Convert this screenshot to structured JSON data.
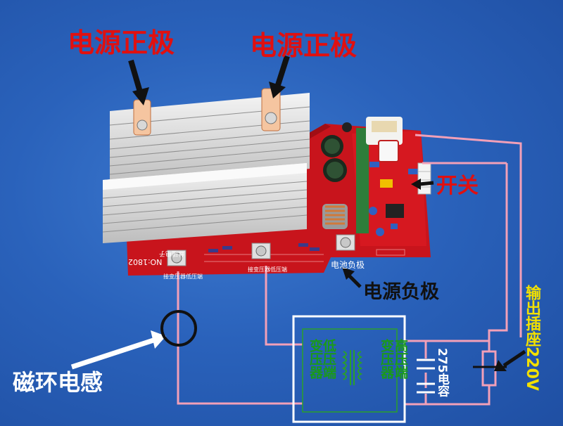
{
  "labels": {
    "positive_left": "电源正极",
    "positive_right": "电源正极",
    "switch": "开关",
    "negative": "电源负极",
    "inductor": "磁环电感",
    "output": "输出插座220V",
    "capacitor": "275电容"
  },
  "transformer": {
    "low_side_col1": "变压器",
    "low_side_col2": "低压端",
    "high_side_col1": "变压器",
    "high_side_col2": "高压端"
  },
  "pcb": {
    "model": "NO:1802",
    "brand": "丝瑶电子",
    "low_terminal": "接变压器低压端",
    "high_terminal": "接变压器低压端",
    "battery_negative": "电池负极"
  },
  "colors": {
    "background": "#2a62bb",
    "pcb": "#c8141c",
    "title_red": "#e01010",
    "wire_pink": "#f2a0b8",
    "transformer_green": "#1a9a1a",
    "output_yellow": "#f2e000"
  },
  "icons": {
    "arrow_left": "arrow-icon",
    "arrow_right": "arrow-icon",
    "inductor_ring": "ring-icon"
  }
}
